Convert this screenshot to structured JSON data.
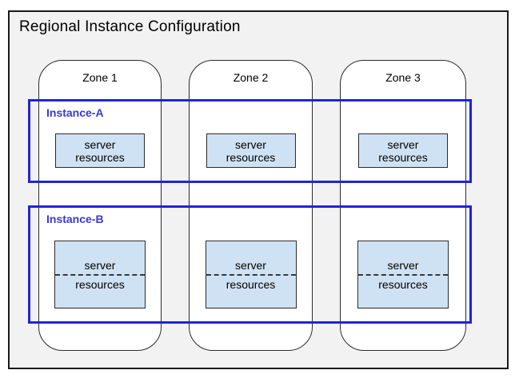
{
  "diagram": {
    "title": "Regional Instance Configuration",
    "zones": [
      {
        "label": "Zone 1"
      },
      {
        "label": "Zone 2"
      },
      {
        "label": "Zone 3"
      }
    ],
    "instances": [
      {
        "label": "Instance-A",
        "split_resources": false,
        "resources": [
          {
            "line1": "server",
            "line2": "resources"
          },
          {
            "line1": "server",
            "line2": "resources"
          },
          {
            "line1": "server",
            "line2": "resources"
          }
        ]
      },
      {
        "label": "Instance-B",
        "split_resources": true,
        "resources": [
          {
            "line1": "server",
            "line2": "resources"
          },
          {
            "line1": "server",
            "line2": "resources"
          },
          {
            "line1": "server",
            "line2": "resources"
          }
        ]
      }
    ],
    "colors": {
      "region_fill": "#f2f2f2",
      "region_border": "#1a1a1a",
      "zone_fill": "#ffffff",
      "zone_border": "#2b2b2b",
      "instance_border": "#2323d7",
      "instance_label": "#3939cf",
      "resource_fill": "#cfe2f3",
      "divider_dash": "#3a3a3a"
    }
  }
}
